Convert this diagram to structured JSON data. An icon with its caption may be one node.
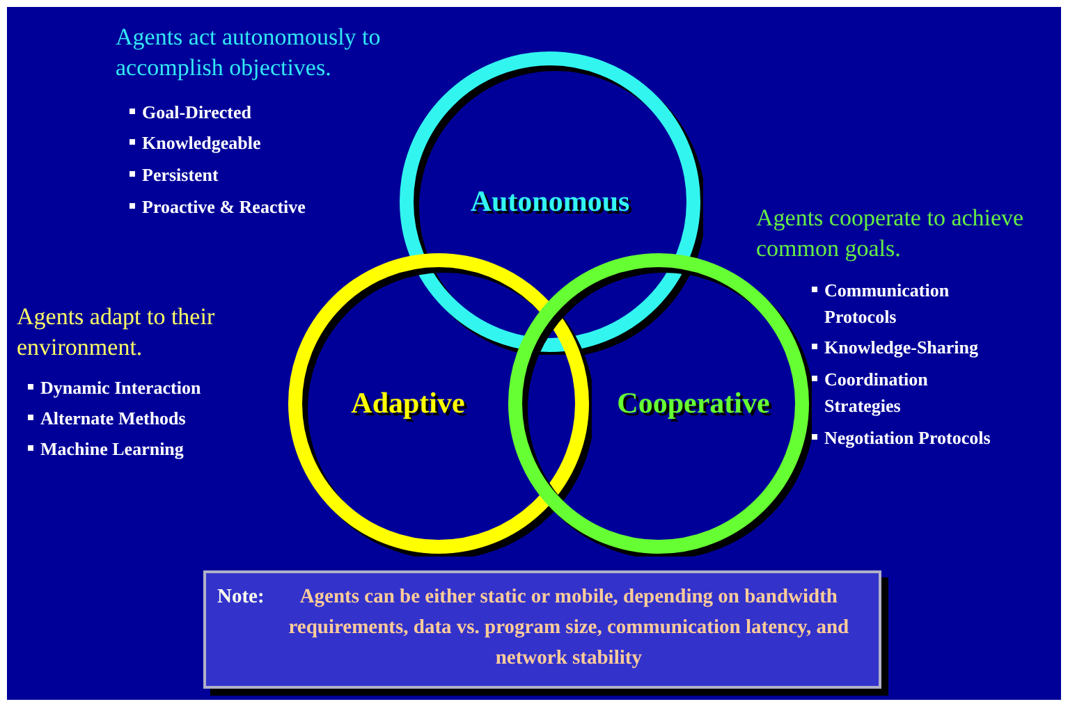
{
  "diagram": {
    "nodes": [
      {
        "text": [
          "Autonomous"
        ]
      },
      {
        "text": [
          "Adaptive"
        ]
      },
      {
        "text": [
          "Cooperative"
        ]
      },
      {
        "text": [
          "Note:",
          "Agents can be either static or mobile, depending on bandwidth requirements, data vs. program size, communication latency, and network stability"
        ]
      }
    ],
    "edges": [],
    "labels": [
      "Agents act autonomously to accomplish objectives.",
      "Goal-Directed",
      "Knowledgeable",
      "Persistent",
      "Proactive & Reactive",
      "Agents cooperate to achieve common goals.",
      "Communication Protocols",
      "Knowledge-Sharing",
      "Coordination Strategies",
      "Negotiation Protocols",
      "Agents adapt to their environment.",
      "Dynamic Interaction",
      "Alternate Methods",
      "Machine Learning"
    ]
  }
}
